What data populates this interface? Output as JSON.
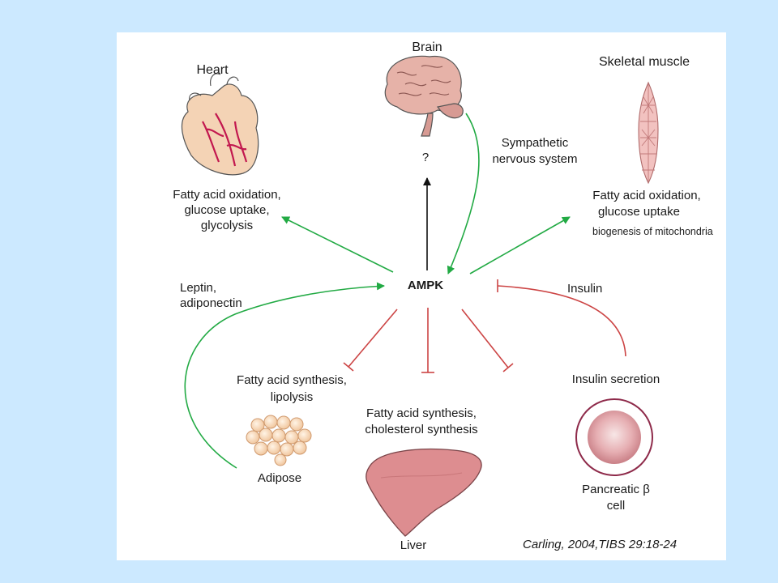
{
  "center": "AMPK",
  "organs": {
    "heart": "Heart",
    "brain": "Brain",
    "skeletal_muscle": "Skeletal muscle",
    "adipose": "Adipose",
    "liver": "Liver",
    "pancreas_line1": "Pancreatic β",
    "pancreas_line2": "cell"
  },
  "effects": {
    "heart": [
      "Fatty acid oxidation,",
      "glucose uptake,",
      "glycolysis"
    ],
    "muscle": [
      "Fatty acid oxidation,",
      "glucose uptake"
    ],
    "muscle_extra": "biogenesis of mitochondria",
    "adipose": [
      "Fatty acid synthesis,",
      "lipolysis"
    ],
    "liver": [
      "Fatty acid synthesis,",
      "cholesterol synthesis"
    ],
    "pancreas": "Insulin secretion"
  },
  "signals": {
    "brain_question": "?",
    "sympathetic": [
      "Sympathetic",
      "nervous system"
    ],
    "leptin": [
      "Leptin,",
      "adiponectin"
    ],
    "insulin": "Insulin"
  },
  "citation": "Carling, 2004,TIBS 29:18-24",
  "colors": {
    "activation": "#22aa44",
    "inhibition": "#cc4444",
    "background": "#cce9ff"
  }
}
